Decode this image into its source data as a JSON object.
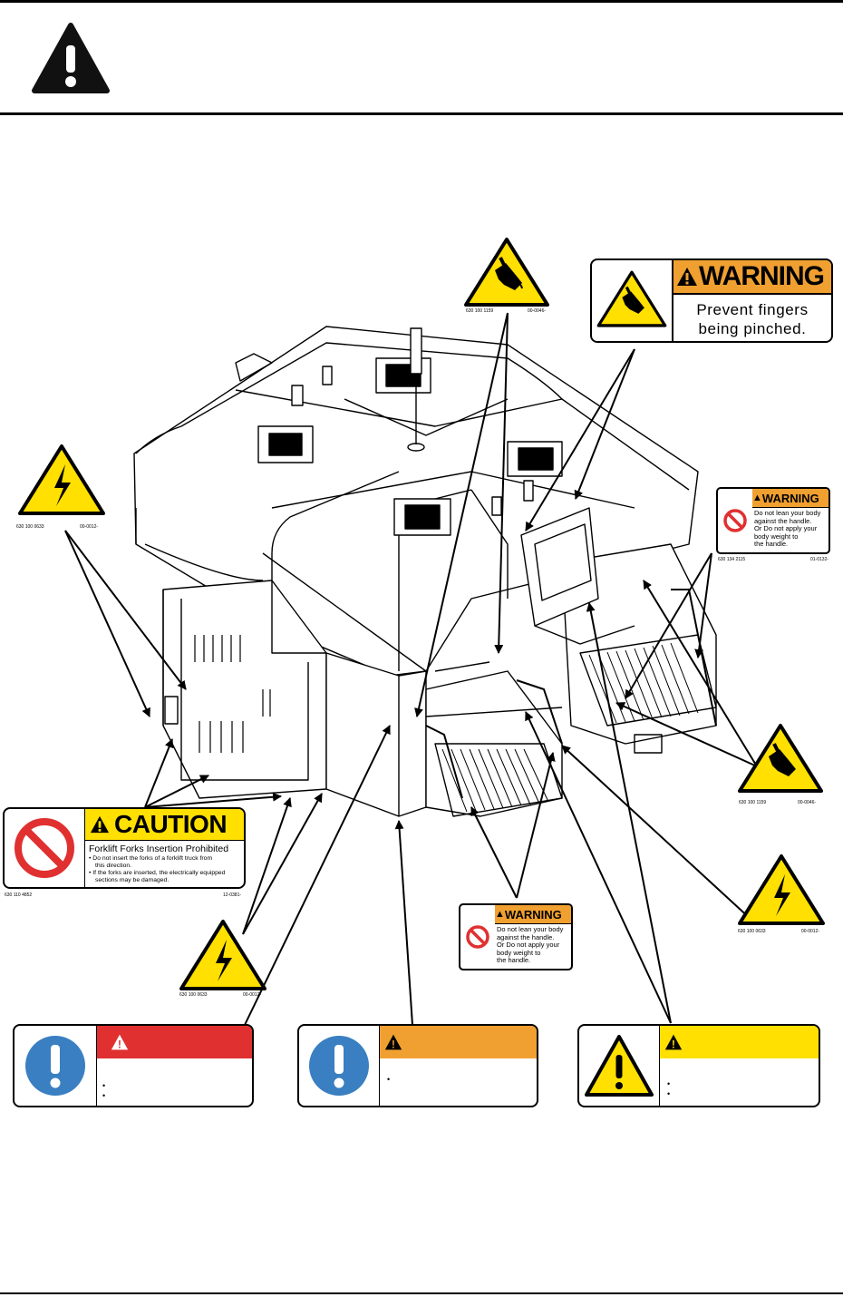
{
  "colors": {
    "warning_orange": "#f0a030",
    "caution_yellow": "#ffe000",
    "danger_red": "#e03030",
    "info_blue": "#3a7fc1"
  },
  "pinch_label_large": {
    "header": "WARNING",
    "text_line1": "Prevent fingers",
    "text_line2": "being pinched."
  },
  "pinch_label_small_top": {
    "code_left": "630 100 1159",
    "code_right": "00-0046-"
  },
  "pinch_label_small_right": {
    "code_left": "630 100 1159",
    "code_right": "00-0046-"
  },
  "electric_left": {
    "code_left": "630 100 0633",
    "code_right": "00-0012-"
  },
  "electric_bottom_left": {
    "code_left": "630 100 0633",
    "code_right": "00-0012-"
  },
  "electric_right": {
    "code_left": "630 100 0633",
    "code_right": "00-0012-"
  },
  "handle_warning_right": {
    "header": "WARNING",
    "lines": [
      "Do not lean your body",
      "against the handle.",
      "Or Do not apply your",
      "body weight to",
      "the handle."
    ],
    "code_left": "630 134 2115",
    "code_right": "01-0132-"
  },
  "handle_warning_center": {
    "header": "WARNING",
    "lines": [
      "Do not lean your body",
      "against the handle.",
      "Or Do not apply your",
      "body weight to",
      "the handle."
    ]
  },
  "forklift_caution": {
    "header": "CAUTION",
    "title": "Forklift Forks Insertion Prohibited",
    "bullet1_line1": "Do not insert the forks of a forklift truck from",
    "bullet1_line2": "this direction.",
    "bullet2_line1": "If the forks are inserted,  the electrically equipped",
    "bullet2_line2": "sections may be damaged.",
    "code_left": "630 110 4852",
    "code_right": "12-0381-"
  },
  "bottom_icons": {
    "danger_header_symbol": "!",
    "warning_header_symbol": "!",
    "caution_header_symbol": "!",
    "bullet": "•"
  }
}
